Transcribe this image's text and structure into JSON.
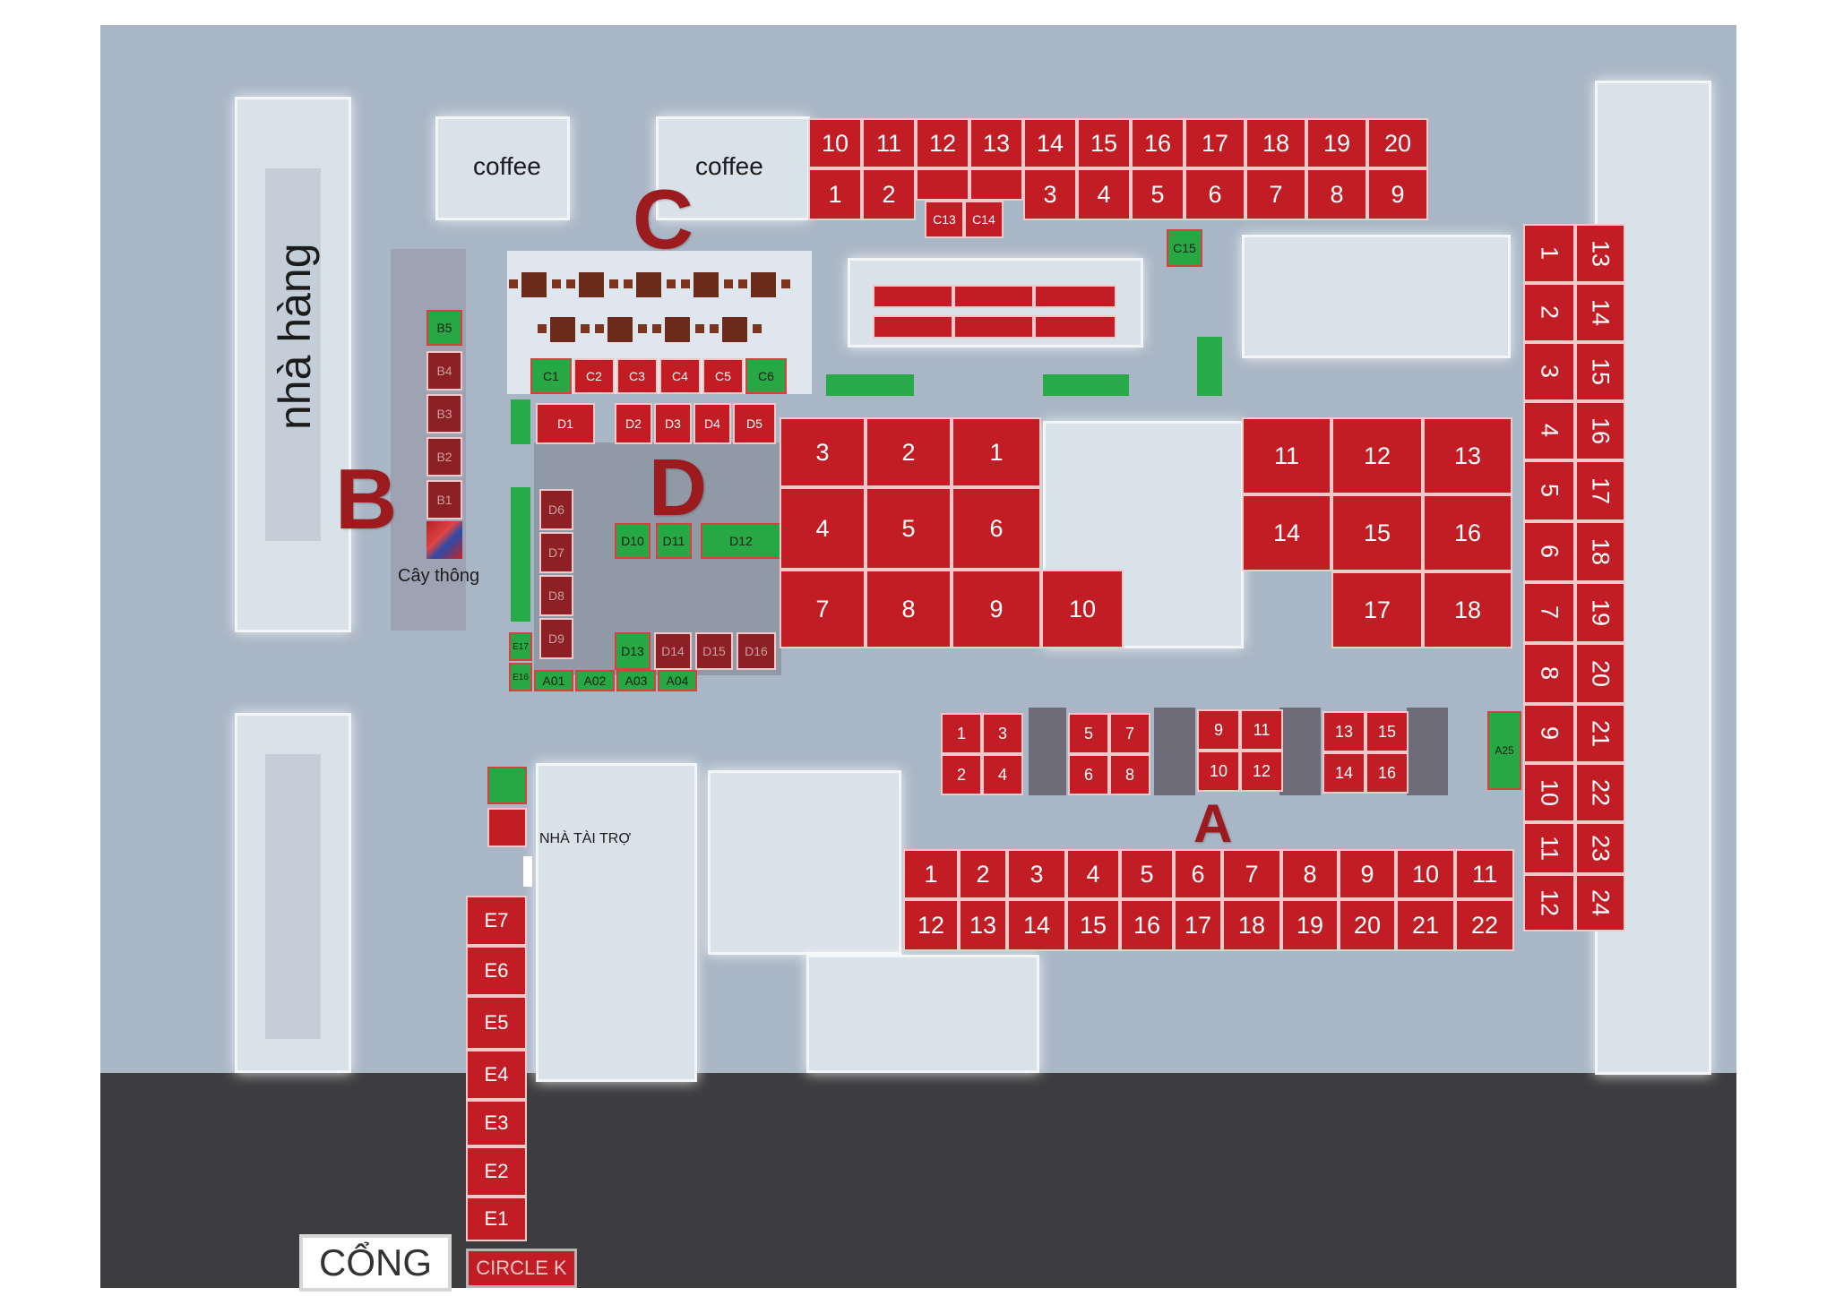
{
  "map": {
    "labels": {
      "restaurant": "nhà hàng",
      "coffee_left": "coffee",
      "coffee_right": "coffee",
      "christmas_tree": "Cây thông",
      "sponsor_house": "NHÀ TÀI TRỢ",
      "gate": "CỔNG",
      "circle_k": "CIRCLE K"
    },
    "zones": {
      "a": "A",
      "b": "B",
      "c": "C",
      "d": "D"
    },
    "top_row_upper": [
      "10",
      "11",
      "12",
      "13",
      "14",
      "15",
      "16",
      "17",
      "18",
      "19",
      "20"
    ],
    "top_row_lower": [
      "1",
      "2",
      "",
      "",
      "3",
      "4",
      "5",
      "6",
      "7",
      "8",
      "9"
    ],
    "c13": "C13",
    "c14": "C14",
    "c15": "C15",
    "b_stalls": [
      "B5",
      "B4",
      "B3",
      "B2",
      "B1"
    ],
    "c_stalls": [
      "C1",
      "C2",
      "C3",
      "C4",
      "C5",
      "C6"
    ],
    "d_top": [
      "D1",
      "D2",
      "D3",
      "D4",
      "D5"
    ],
    "d_left": [
      "D6",
      "D7",
      "D8",
      "D9"
    ],
    "d_mid": [
      "D10",
      "D11",
      "D12"
    ],
    "d_bottom": [
      "D13",
      "D14",
      "D15",
      "D16"
    ],
    "e_small": [
      "E17",
      "E16"
    ],
    "a_small": [
      "A01",
      "A02",
      "A03",
      "A04"
    ],
    "a25": "A25",
    "main_left": [
      "3",
      "2",
      "1",
      "4",
      "5",
      "6",
      "7",
      "8",
      "9",
      "10"
    ],
    "main_right": [
      "11",
      "12",
      "13",
      "14",
      "15",
      "16",
      "17",
      "18"
    ],
    "mid_groups": [
      [
        "1",
        "3",
        "2",
        "4"
      ],
      [
        "5",
        "7",
        "6",
        "8"
      ],
      [
        "9",
        "11",
        "10",
        "12"
      ],
      [
        "13",
        "15",
        "14",
        "16"
      ]
    ],
    "bottom_row_upper": [
      "1",
      "2",
      "3",
      "4",
      "5",
      "6",
      "7",
      "8",
      "9",
      "10",
      "11"
    ],
    "bottom_row_lower": [
      "12",
      "13",
      "14",
      "15",
      "16",
      "17",
      "18",
      "19",
      "20",
      "21",
      "22"
    ],
    "right_col_a": [
      "1",
      "2",
      "3",
      "4",
      "5",
      "6",
      "7",
      "8",
      "9",
      "10",
      "11",
      "12"
    ],
    "right_col_b": [
      "13",
      "14",
      "15",
      "16",
      "17",
      "18",
      "19",
      "20",
      "21",
      "22",
      "23",
      "24"
    ],
    "e_column": [
      "E7",
      "E6",
      "E5",
      "E4",
      "E3",
      "E2",
      "E1"
    ],
    "colors": {
      "stall": "#c21d24",
      "available": "#27a845",
      "zone_letter": "#9b1b1f"
    }
  }
}
